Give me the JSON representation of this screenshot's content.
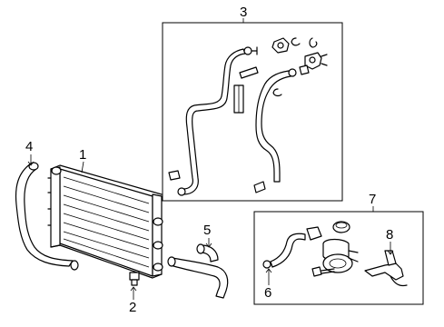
{
  "callouts": {
    "c1": "1",
    "c2": "2",
    "c3": "3",
    "c4": "4",
    "c5": "5",
    "c6": "6",
    "c7": "7",
    "c8": "8"
  },
  "colors": {
    "stroke": "#000000",
    "background": "#ffffff"
  }
}
